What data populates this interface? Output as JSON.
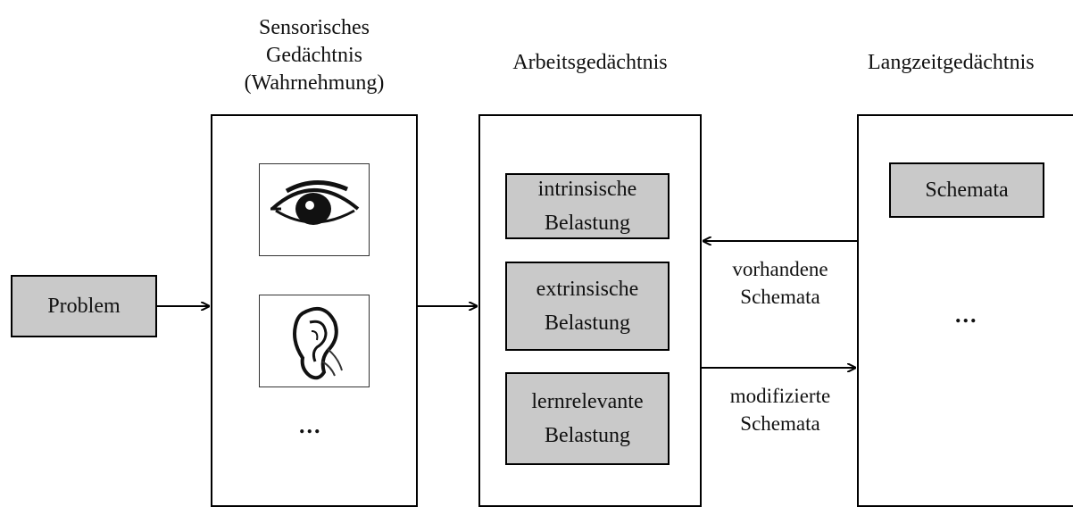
{
  "columns": {
    "sensory": {
      "title_lines": [
        "Sensorisches",
        "Gedächtnis",
        "(Wahrnehmung)"
      ],
      "icons": [
        "eye-icon",
        "ear-icon"
      ],
      "more": "..."
    },
    "working": {
      "title": "Arbeitsgedächtnis",
      "loads": [
        {
          "line1": "intrinsische",
          "line2": "Belastung"
        },
        {
          "line1": "extrinsische",
          "line2": "Belastung"
        },
        {
          "line1": "lernrelevante",
          "line2": "Belastung"
        }
      ]
    },
    "longterm": {
      "title": "Langzeitgedächtnis",
      "schemata": "Schemata",
      "more": "..."
    }
  },
  "problem": "Problem",
  "arrows": {
    "to_working": {
      "line1": "vorhandene",
      "line2": "Schemata"
    },
    "to_longterm": {
      "line1": "modifizierte",
      "line2": "Schemata"
    }
  }
}
